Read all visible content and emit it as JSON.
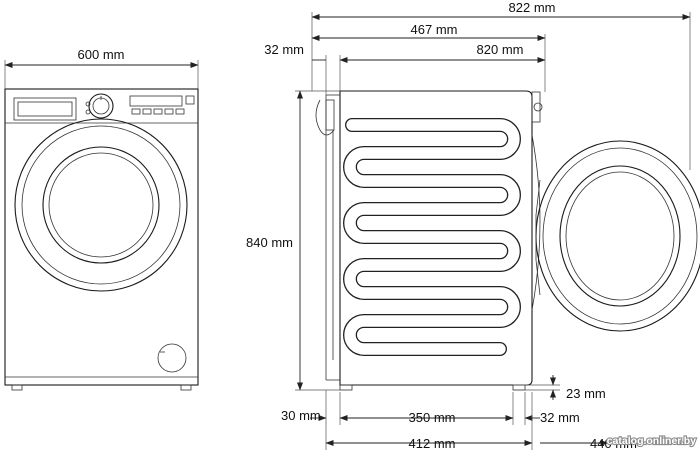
{
  "dimensions": {
    "front_width": "600 mm",
    "side_total_depth_door_closed": "822 mm",
    "side_467": "467 mm",
    "side_32_top": "32 mm",
    "side_820": "820 mm",
    "height": "840 mm",
    "foot_23": "23 mm",
    "foot_30": "30 mm",
    "side_350": "350 mm",
    "side_32_bottom": "32 mm",
    "side_412": "412 mm",
    "side_440": "440 mm"
  },
  "watermark": "catalog.onliner.by"
}
